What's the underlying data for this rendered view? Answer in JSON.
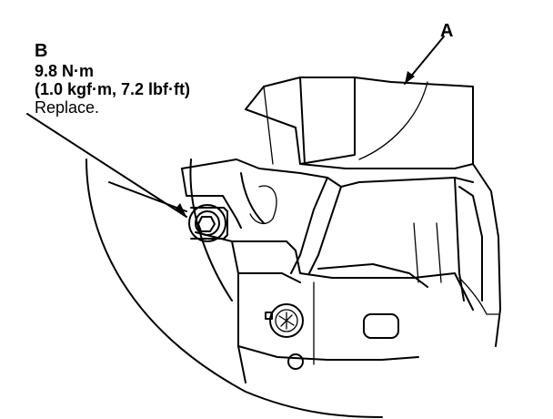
{
  "callouts": {
    "a": {
      "letter": "A"
    },
    "b": {
      "letter": "B",
      "torque_nm": "9.8 N·m",
      "torque_alt": "(1.0 kgf·m, 7.2 lbf·ft)",
      "note": "Replace."
    }
  }
}
